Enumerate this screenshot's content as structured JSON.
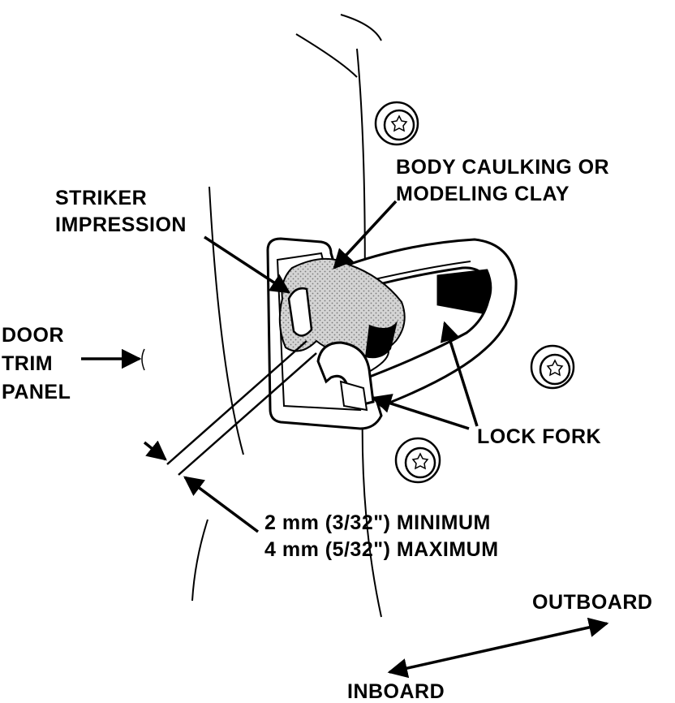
{
  "labels": {
    "body_caulking": [
      "BODY CAULKING OR",
      "MODELING CLAY"
    ],
    "striker_impression": [
      "STRIKER",
      "IMPRESSION"
    ],
    "door_trim_panel": [
      "DOOR",
      "TRIM",
      "PANEL"
    ],
    "lock_fork": "LOCK FORK",
    "clearance": [
      "2 mm (3/32\") MINIMUM",
      "4 mm (5/32\") MAXIMUM"
    ],
    "outboard": "OUTBOARD",
    "inboard": "INBOARD"
  },
  "colors": {
    "ink": "#000000",
    "paper": "#ffffff",
    "clay": "#c8c8c8"
  }
}
